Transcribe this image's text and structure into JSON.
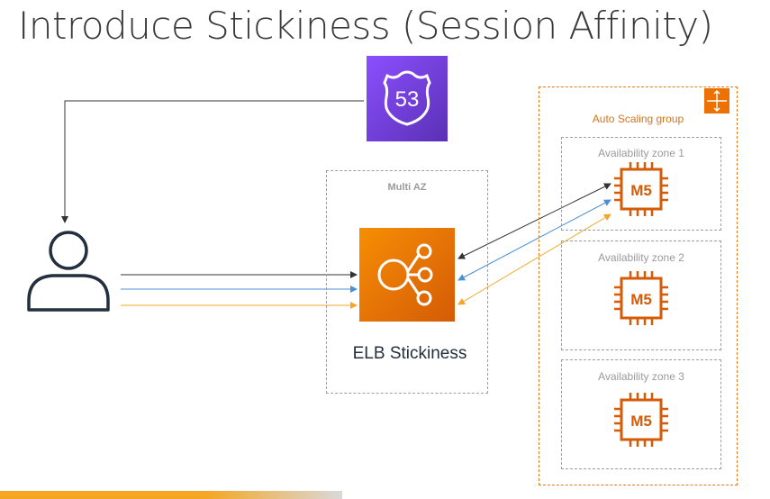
{
  "title": "Introduce Stickiness (Session Affinity)",
  "route53": {
    "label": "53",
    "icon": "route53-shield-icon"
  },
  "multi_az": {
    "label": "Multi AZ"
  },
  "elb": {
    "label": "ELB Stickiness",
    "icon": "elb-icon"
  },
  "asg": {
    "label": "Auto Scaling group",
    "icon": "auto-scaling-icon"
  },
  "zones": [
    {
      "label": "Availability zone 1",
      "instance": "M5"
    },
    {
      "label": "Availability zone 2",
      "instance": "M5"
    },
    {
      "label": "Availability zone 3",
      "instance": "M5"
    }
  ],
  "colors": {
    "black_arrow": "#333333",
    "blue_arrow": "#4a90d9",
    "orange_arrow": "#f5a623",
    "aws_orange": "#ed7100",
    "route53_purple": "#6b3fd1"
  }
}
